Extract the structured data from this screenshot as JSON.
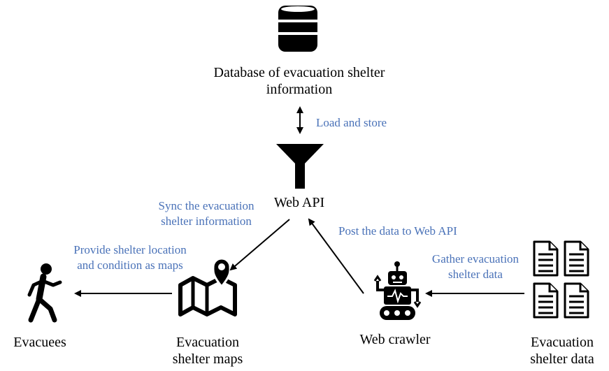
{
  "colors": {
    "node_text": "#000000",
    "edge_label": "#4a72b8",
    "icon": "#000000"
  },
  "nodes": {
    "database": {
      "icon": "database-icon",
      "line1": "Database of evacuation shelter",
      "line2": "information"
    },
    "web_api": {
      "icon": "funnel-icon",
      "label": "Web API"
    },
    "evacuees": {
      "icon": "walking-person-icon",
      "label": "Evacuees"
    },
    "maps": {
      "icon": "map-pin-icon",
      "line1": "Evacuation",
      "line2": "shelter maps"
    },
    "crawler": {
      "icon": "robot-icon",
      "label": "Web crawler"
    },
    "shelter_data": {
      "icon": "documents-icon",
      "line1": "Evacuation",
      "line2": "shelter data"
    }
  },
  "edges": {
    "load_store": "Load and store",
    "sync": {
      "line1": "Sync the evacuation",
      "line2": "shelter information"
    },
    "post": "Post the data to Web API",
    "provide": {
      "line1": "Provide shelter location",
      "line2": "and condition as maps"
    },
    "gather": {
      "line1": "Gather evacuation",
      "line2": "shelter data"
    }
  }
}
